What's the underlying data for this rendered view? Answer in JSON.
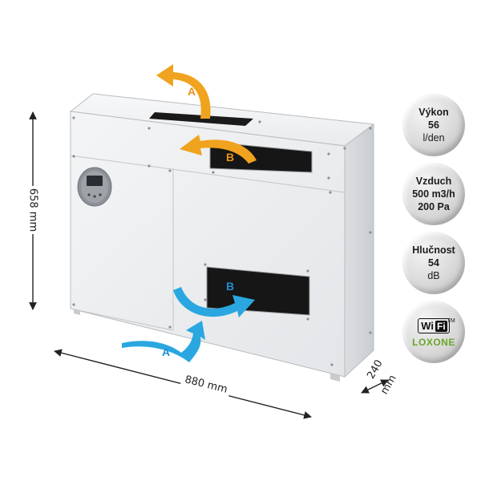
{
  "dimensions": {
    "height": "658 mm",
    "width": "880 mm",
    "depth_value": "240",
    "depth_unit": "mm"
  },
  "airflow_labels": {
    "outlet_a": "A",
    "outlet_b": "B",
    "inlet_a": "A",
    "inlet_b": "B"
  },
  "badges": {
    "power": {
      "title": "Výkon",
      "value": "56",
      "unit": "l/den"
    },
    "air": {
      "title": "Vzduch",
      "flow": "500 m3/h",
      "pressure": "200 Pa"
    },
    "noise": {
      "title": "Hlučnost",
      "value": "54",
      "unit": "dB"
    },
    "connectivity": {
      "wi": "Wi",
      "fi": "Fi",
      "tm": "TM",
      "brand": "LOXONE"
    }
  },
  "colors": {
    "arrow_a_orange": "#f0a31e",
    "arrow_b_orange": "#f0a31e",
    "arrow_a_blue": "#2aa7e0",
    "arrow_b_blue": "#2aa7e0",
    "letter_orange": "#e8921a",
    "letter_blue": "#1f8fd0",
    "loxone_green": "#6aa52a"
  }
}
